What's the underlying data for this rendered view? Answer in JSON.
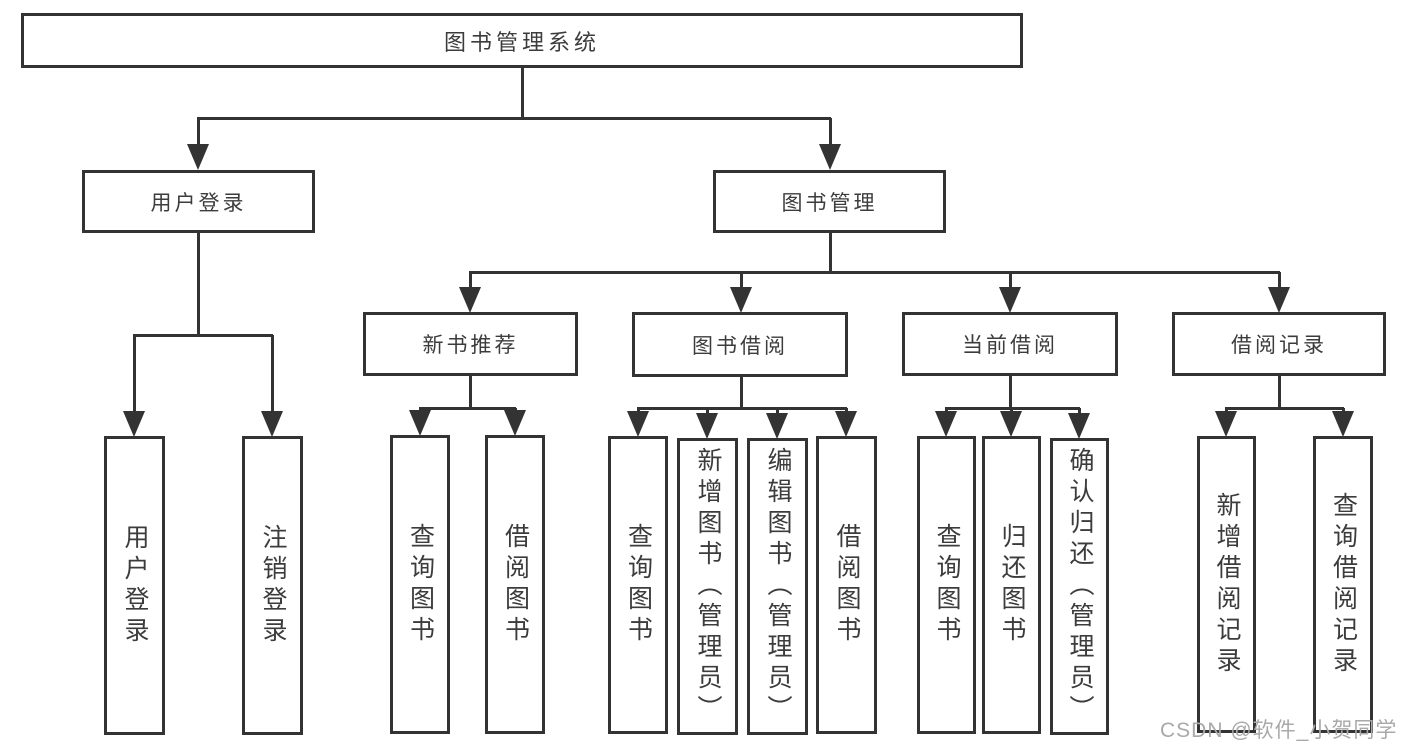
{
  "diagram": {
    "background": "#ffffff",
    "line_color": "#333333",
    "text_color": "#3c3c3c",
    "watermark": {
      "text": "CSDN @软件_小贺同学",
      "color": "#a9a9a9"
    },
    "tree": {
      "root": {
        "label": "图书管理系统",
        "children": [
          {
            "label": "用户登录",
            "children": [
              {
                "label": "用户登录"
              },
              {
                "label": "注销登录"
              }
            ]
          },
          {
            "label": "图书管理",
            "children": [
              {
                "label": "新书推荐",
                "children": [
                  {
                    "label": "查询图书"
                  },
                  {
                    "label": "借阅图书"
                  }
                ]
              },
              {
                "label": "图书借阅",
                "children": [
                  {
                    "label": "查询图书"
                  },
                  {
                    "label": "新增图书（管理员）"
                  },
                  {
                    "label": "编辑图书（管理员）"
                  },
                  {
                    "label": "借阅图书"
                  }
                ]
              },
              {
                "label": "当前借阅",
                "children": [
                  {
                    "label": "查询图书"
                  },
                  {
                    "label": "归还图书"
                  },
                  {
                    "label": "确认归还（管理员）"
                  }
                ]
              },
              {
                "label": "借阅记录",
                "children": [
                  {
                    "label": "新增借阅记录"
                  },
                  {
                    "label": "查询借阅记录"
                  }
                ]
              }
            ]
          }
        ]
      }
    }
  }
}
